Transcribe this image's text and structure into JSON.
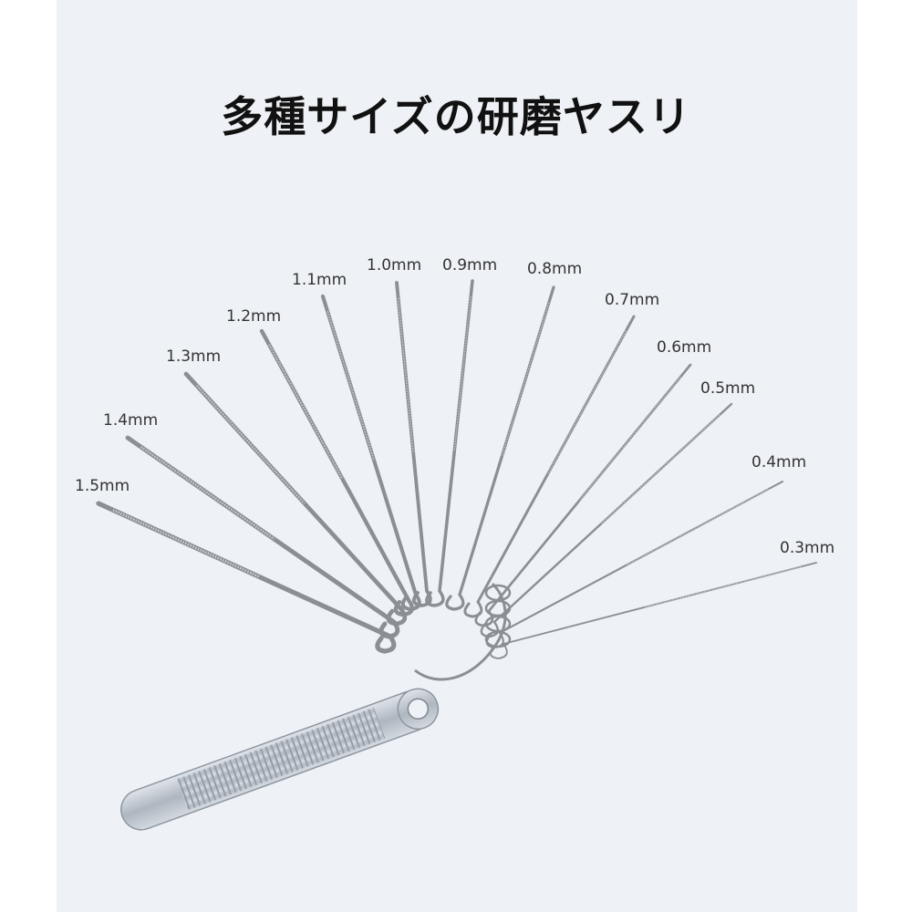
{
  "title": "多種サイズの研磨ヤスリ",
  "files": [
    {
      "label": "1.5mm"
    },
    {
      "label": "1.4mm"
    },
    {
      "label": "1.3mm"
    },
    {
      "label": "1.2mm"
    },
    {
      "label": "1.1mm"
    },
    {
      "label": "1.0mm"
    },
    {
      "label": "0.9mm"
    },
    {
      "label": "0.8mm"
    },
    {
      "label": "0.7mm"
    },
    {
      "label": "0.6mm"
    },
    {
      "label": "0.5mm"
    },
    {
      "label": "0.4mm"
    },
    {
      "label": "0.3mm"
    }
  ],
  "colors": {
    "background": "#eef1f5",
    "wire": "#8a8f96",
    "handle": "#b9c0c8"
  }
}
